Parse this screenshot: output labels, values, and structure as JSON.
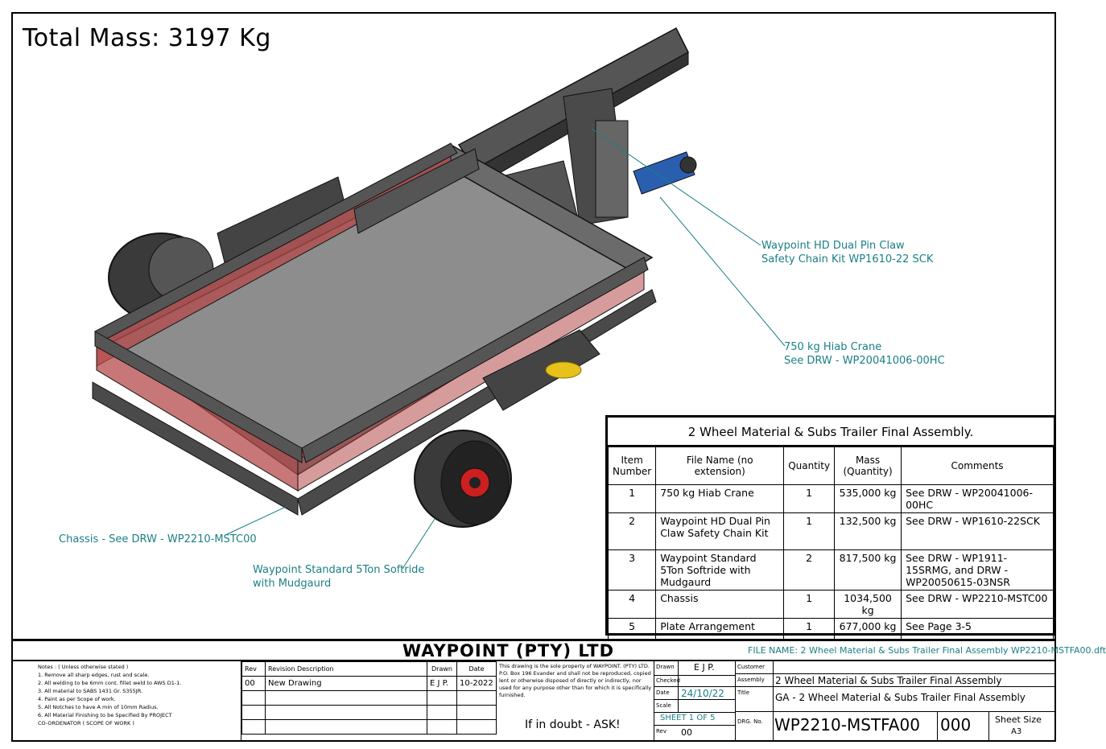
{
  "total_mass": "Total Mass: 3197 Kg",
  "callouts": {
    "claw": [
      "Waypoint HD Dual Pin Claw",
      "Safety Chain Kit WP1610-22 SCK"
    ],
    "crane": [
      "750 kg Hiab Crane",
      "See DRW - WP20041006-00HC"
    ],
    "chassis": "Chassis - See DRW - WP2210-MSTC00",
    "softride": [
      "Waypoint Standard 5Ton Softride",
      "with Mudgaurd"
    ]
  },
  "bom": {
    "title": "2 Wheel Material & Subs Trailer Final Assembly.",
    "headers": [
      "Item Number",
      "File Name (no extension)",
      "Quantity",
      "Mass (Quantity)",
      "Comments"
    ],
    "rows": [
      {
        "item": "1",
        "file": "750 kg Hiab Crane",
        "qty": "1",
        "mass": "535,000 kg",
        "comment": "See DRW - WP20041006-00HC"
      },
      {
        "item": "2",
        "file": "Waypoint HD Dual Pin Claw Safety Chain Kit",
        "qty": "1",
        "mass": "132,500 kg",
        "comment": "See DRW - WP1610-22SCK"
      },
      {
        "item": "3",
        "file": "Waypoint Standard 5Ton Softride with Mudgaurd",
        "qty": "2",
        "mass": "817,500 kg",
        "comment": "See DRW - WP1911-15SRMG, and DRW - WP20050615-03NSR"
      },
      {
        "item": "4",
        "file": "Chassis",
        "qty": "1",
        "mass": "1034,500 kg",
        "comment": "See DRW - WP2210-MSTC00"
      },
      {
        "item": "5",
        "file": "Plate Arrangement",
        "qty": "1",
        "mass": "677,000 kg",
        "comment": "See Page 3-5"
      }
    ]
  },
  "title_block": {
    "company": "WAYPOINT (PTY) LTD",
    "file_name": "FILE NAME: 2 Wheel Material & Subs Trailer Final Assembly WP2210-MSTFA00.dft",
    "notes": [
      "Notes : ( Unless otherwise stated )",
      "1. Remove all sharp edges, rust and scale.",
      "2. All welding to be 6mm cont. fillet weld to AWS D1-1.",
      "3. All material to SABS 1431 Gr. S355JR.",
      "4. Paint as per Scope of work.",
      "5. All Notches to have A min of 10mm Radius.",
      "6. All Material Finishing to be Specified By PROJECT",
      " CO-ORDENATOR ( SCOPE OF WORK )"
    ],
    "rev_headers": {
      "rev": "Rev",
      "desc": "Revision Description",
      "drawn": "Drawn",
      "date": "Date"
    },
    "rev_row": {
      "rev": "00",
      "desc": "New Drawing",
      "drawn": "E J P.",
      "date": "10-2022"
    },
    "legal": "This drawing is the sole property of WAYPOINT. (PTY) LTD. P.O. Box 196 Evander and shall not be reproduced, copied lent or otherwise disposed of directly or indirectly, nor used for any purpose other than for which it is specifically furnished.",
    "doubt": "If in doubt - ASK!",
    "drawn_lbl": "Drawn",
    "drawn_val": "E J P.",
    "checked_lbl": "Checked",
    "date_lbl": "Date",
    "date_val": "24/10/22",
    "scale_lbl": "Scale",
    "sheet": "SHEET 1 OF 5",
    "rev_lbl": "Rev",
    "rev_val": "00",
    "customer_lbl": "Customer",
    "assembly_lbl": "Assembly",
    "assembly_val": "2 Wheel Material & Subs Trailer Final Assembly",
    "title_lbl": "Title",
    "title_val": "GA - 2 Wheel Material & Subs Trailer Final Assembly",
    "drg_lbl": "DRG. No.",
    "drg_val": "WP2210-MSTFA00",
    "drg_rev": "000",
    "sheet_size_lbl": "Sheet Size",
    "sheet_size_val": "A3"
  }
}
